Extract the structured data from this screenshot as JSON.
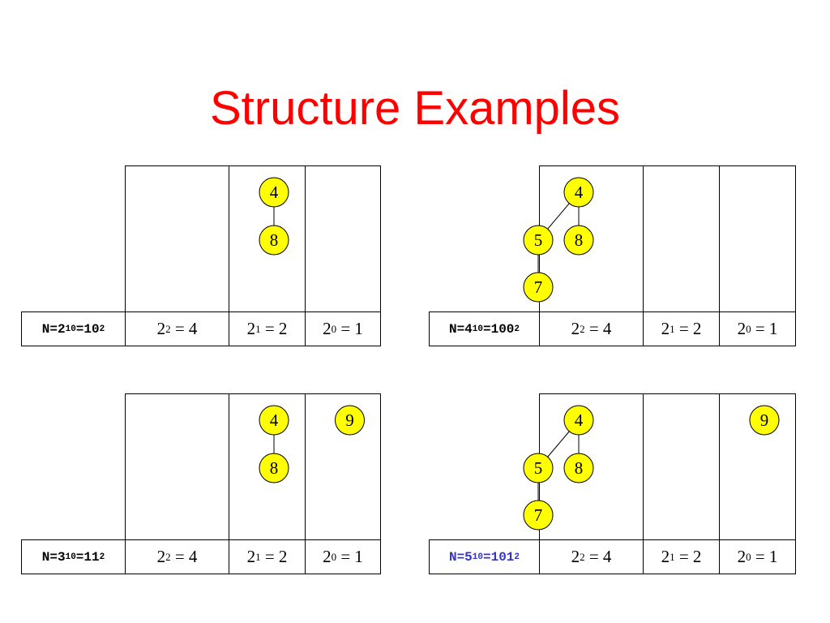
{
  "title": "Structure Examples",
  "colors": {
    "title": "#ff0000",
    "node_fill": "#ffff00",
    "highlight_label": "#3333cc",
    "default_label": "#000000"
  },
  "diagrams": [
    {
      "label": {
        "n": "N=",
        "dec": "2",
        "dec_base": "10",
        "eq": "=",
        "bin": "10",
        "bin_base": "2",
        "highlight": false
      },
      "powers": [
        {
          "base": "2",
          "exp": "2",
          "rest": " = 4"
        },
        {
          "base": "2",
          "exp": "1",
          "rest": " = 2"
        },
        {
          "base": "2",
          "exp": "0",
          "rest": " = 1"
        }
      ],
      "nodes": [
        {
          "id": "a",
          "value": "4",
          "col": 1,
          "row": 0,
          "sub": 0
        },
        {
          "id": "b",
          "value": "8",
          "col": 1,
          "row": 1,
          "sub": 0
        }
      ],
      "edges": [
        [
          "a",
          "b"
        ]
      ]
    },
    {
      "label": {
        "n": "N=",
        "dec": "4",
        "dec_base": "10",
        "eq": "=",
        "bin": "100",
        "bin_base": "2",
        "highlight": false
      },
      "powers": [
        {
          "base": "2",
          "exp": "2",
          "rest": " = 4"
        },
        {
          "base": "2",
          "exp": "1",
          "rest": " = 2"
        },
        {
          "base": "2",
          "exp": "0",
          "rest": " = 1"
        }
      ],
      "nodes": [
        {
          "id": "a",
          "value": "4",
          "col": 0,
          "row": 0,
          "sub": 1
        },
        {
          "id": "b",
          "value": "5",
          "col": 0,
          "row": 1,
          "sub": 0
        },
        {
          "id": "c",
          "value": "8",
          "col": 0,
          "row": 1,
          "sub": 1
        },
        {
          "id": "d",
          "value": "7",
          "col": 0,
          "row": 2,
          "sub": 0
        }
      ],
      "edges": [
        [
          "a",
          "b"
        ],
        [
          "a",
          "c"
        ],
        [
          "b",
          "d"
        ]
      ]
    },
    {
      "label": {
        "n": "N=",
        "dec": "3",
        "dec_base": "10",
        "eq": "=",
        "bin": "11",
        "bin_base": "2",
        "highlight": false
      },
      "powers": [
        {
          "base": "2",
          "exp": "2",
          "rest": " = 4"
        },
        {
          "base": "2",
          "exp": "1",
          "rest": " = 2"
        },
        {
          "base": "2",
          "exp": "0",
          "rest": " = 1"
        }
      ],
      "nodes": [
        {
          "id": "a",
          "value": "4",
          "col": 1,
          "row": 0,
          "sub": 0
        },
        {
          "id": "b",
          "value": "8",
          "col": 1,
          "row": 1,
          "sub": 0
        },
        {
          "id": "c",
          "value": "9",
          "col": 2,
          "row": 0,
          "sub": 0
        }
      ],
      "edges": [
        [
          "a",
          "b"
        ]
      ]
    },
    {
      "label": {
        "n": "N=",
        "dec": "5",
        "dec_base": "10",
        "eq": "=",
        "bin": "101",
        "bin_base": "2",
        "highlight": true
      },
      "powers": [
        {
          "base": "2",
          "exp": "2",
          "rest": " = 4"
        },
        {
          "base": "2",
          "exp": "1",
          "rest": " = 2"
        },
        {
          "base": "2",
          "exp": "0",
          "rest": " = 1"
        }
      ],
      "nodes": [
        {
          "id": "a",
          "value": "4",
          "col": 0,
          "row": 0,
          "sub": 1
        },
        {
          "id": "b",
          "value": "5",
          "col": 0,
          "row": 1,
          "sub": 0
        },
        {
          "id": "c",
          "value": "8",
          "col": 0,
          "row": 1,
          "sub": 1
        },
        {
          "id": "d",
          "value": "7",
          "col": 0,
          "row": 2,
          "sub": 0
        },
        {
          "id": "e",
          "value": "9",
          "col": 2,
          "row": 0,
          "sub": 0
        }
      ],
      "edges": [
        [
          "a",
          "b"
        ],
        [
          "a",
          "c"
        ],
        [
          "b",
          "d"
        ]
      ]
    }
  ]
}
